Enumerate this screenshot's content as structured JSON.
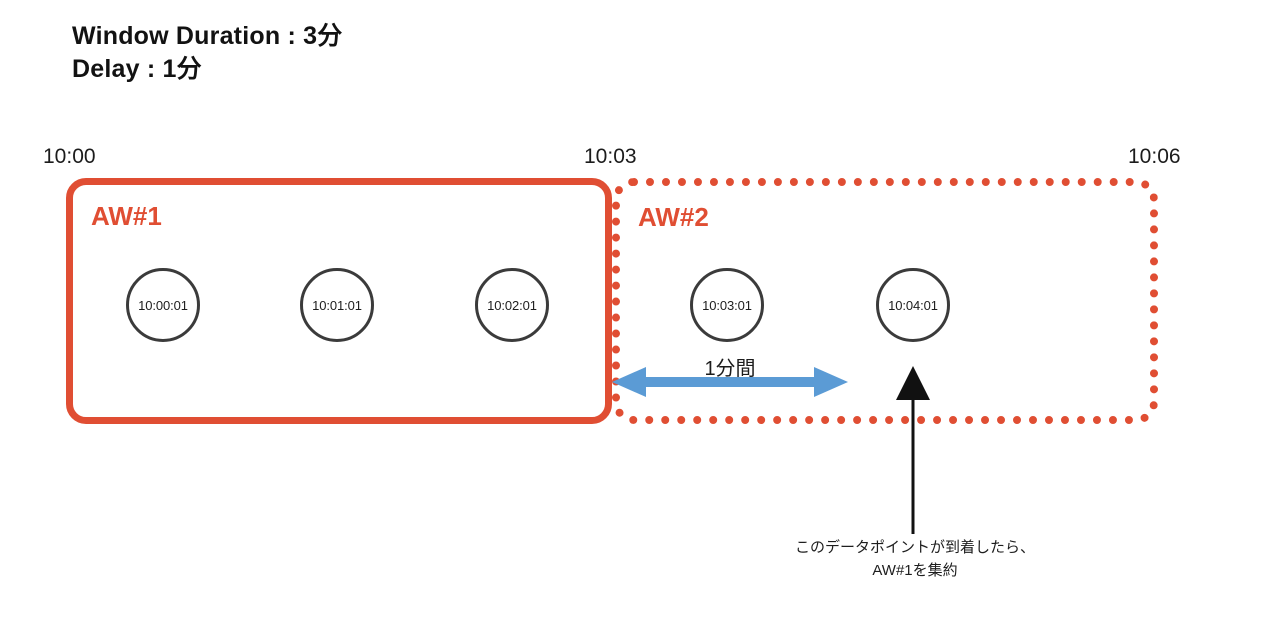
{
  "diagram": {
    "title_lines": [
      "Window Duration : 3分",
      "Delay : 1分"
    ],
    "colors": {
      "window_red": "#e04e33",
      "delay_blue": "#5b9bd5",
      "circle_stroke": "#3b3b3b",
      "text": "#1e1e1e",
      "background": "#ffffff"
    },
    "timeline": {
      "ticks": [
        {
          "label": "10:00"
        },
        {
          "label": "10:03"
        },
        {
          "label": "10:06"
        }
      ]
    },
    "windows": [
      {
        "label": "AW#1",
        "border_style": "solid"
      },
      {
        "label": "AW#2",
        "border_style": "dotted"
      }
    ],
    "events": [
      {
        "timestamp": "10:00:01",
        "window": "AW#1"
      },
      {
        "timestamp": "10:01:01",
        "window": "AW#1"
      },
      {
        "timestamp": "10:02:01",
        "window": "AW#1"
      },
      {
        "timestamp": "10:03:01",
        "window": "AW#2"
      },
      {
        "timestamp": "10:04:01",
        "window": "AW#2"
      }
    ],
    "delay_measure": {
      "label": "1分間"
    },
    "callout": {
      "lines": [
        "このデータポイントが到着したら、",
        "AW#1を集約"
      ]
    }
  }
}
